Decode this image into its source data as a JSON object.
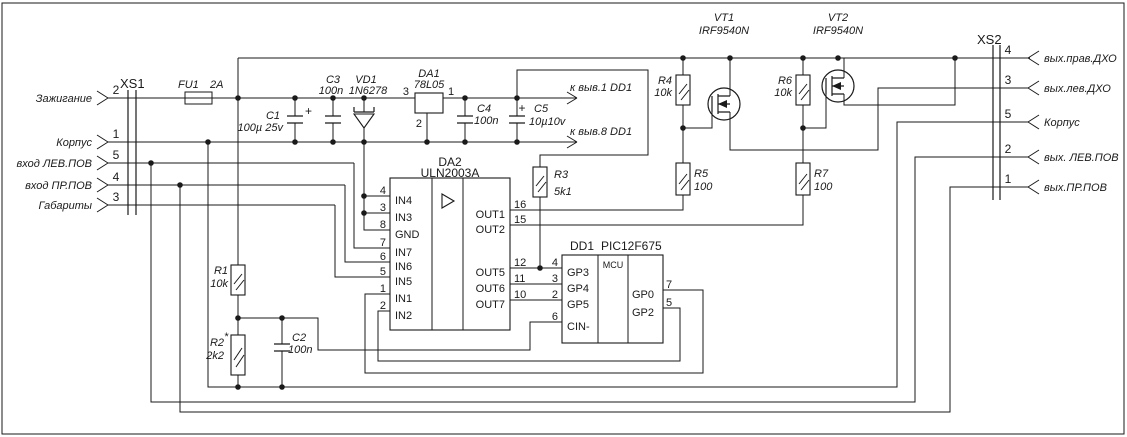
{
  "connectors": {
    "xs1": {
      "name": "XS1",
      "pins": [
        {
          "num": "2",
          "label": "Зажигание"
        },
        {
          "num": "1",
          "label": "Корпус"
        },
        {
          "num": "5",
          "label": "вход ЛЕВ.ПОВ"
        },
        {
          "num": "4",
          "label": "вход ПР.ПОВ"
        },
        {
          "num": "3",
          "label": "Габариты"
        }
      ]
    },
    "xs2": {
      "name": "XS2",
      "pins": [
        {
          "num": "4",
          "label": "вых.прав.ДХО"
        },
        {
          "num": "3",
          "label": "вых.лев.ДХО"
        },
        {
          "num": "5",
          "label": "Корпус"
        },
        {
          "num": "2",
          "label": "вых. ЛЕВ.ПОВ"
        },
        {
          "num": "1",
          "label": "вых.ПР.ПОВ"
        }
      ]
    }
  },
  "components": {
    "fu1": {
      "ref": "FU1",
      "value": "2A"
    },
    "c1": {
      "ref": "C1",
      "value": "100µ 25v",
      "plus": "+"
    },
    "c2": {
      "ref": "C2",
      "value": "100n"
    },
    "c3": {
      "ref": "C3",
      "value": "100n"
    },
    "c4": {
      "ref": "C4",
      "value": "100n"
    },
    "c5": {
      "ref": "C5",
      "value": "10µ10v",
      "plus": "+"
    },
    "vd1": {
      "ref": "VD1",
      "value": "1N6278"
    },
    "r1": {
      "ref": "R1",
      "value": "10k"
    },
    "r2": {
      "ref": "R2",
      "star": "*",
      "value": "2k2"
    },
    "r3": {
      "ref": "R3",
      "value": "5k1"
    },
    "r4": {
      "ref": "R4",
      "value": "10k"
    },
    "r5": {
      "ref": "R5",
      "value": "100"
    },
    "r6": {
      "ref": "R6",
      "value": "10k"
    },
    "r7": {
      "ref": "R7",
      "value": "100"
    },
    "vt1": {
      "ref": "VT1",
      "value": "IRF9540N"
    },
    "vt2": {
      "ref": "VT2",
      "value": "IRF9540N"
    },
    "da1": {
      "ref": "DA1",
      "value": "78L05",
      "pin_in": "3",
      "pin_out": "1",
      "pin_gnd": "2"
    },
    "da2": {
      "ref": "DA2",
      "value": "ULN2003A",
      "left_pins": [
        {
          "num": "4",
          "name": "IN4"
        },
        {
          "num": "3",
          "name": "IN3"
        },
        {
          "num": "8",
          "name": "GND"
        },
        {
          "num": "7",
          "name": "IN7"
        },
        {
          "num": "6",
          "name": "IN6"
        },
        {
          "num": "5",
          "name": "IN5"
        },
        {
          "num": "1",
          "name": "IN1"
        },
        {
          "num": "2",
          "name": "IN2"
        }
      ],
      "right_pins": [
        {
          "num": "16",
          "name": "OUT1"
        },
        {
          "num": "15",
          "name": "OUT2"
        },
        {
          "num": "12",
          "name": "OUT5"
        },
        {
          "num": "11",
          "name": "OUT6"
        },
        {
          "num": "10",
          "name": "OUT7"
        }
      ]
    },
    "dd1": {
      "ref": "DD1",
      "value": "PIC12F675",
      "core": "MCU",
      "left_pins": [
        {
          "num": "4",
          "name": "GP3"
        },
        {
          "num": "3",
          "name": "GP4"
        },
        {
          "num": "2",
          "name": "GP5"
        },
        {
          "num": "6",
          "name": "CIN-"
        }
      ],
      "right_pins": [
        {
          "num": "7",
          "name": "GP0"
        },
        {
          "num": "5",
          "name": "GP2"
        }
      ]
    }
  },
  "notes": {
    "to_dd1_pin1": "к выв.1 DD1",
    "to_dd1_pin8": "к выв.8 DD1"
  },
  "colors": {
    "line": "#1a1a1a",
    "bg": "#ffffff"
  }
}
